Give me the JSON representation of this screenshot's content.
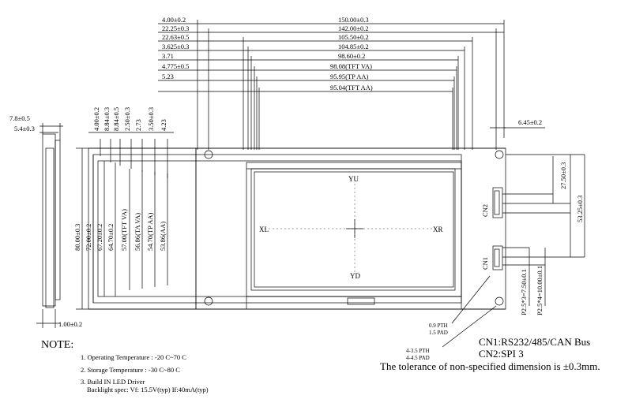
{
  "top_dims": [
    {
      "left": "4.00±0.2",
      "center": "150.00±0.3"
    },
    {
      "left": "22.25±0.3",
      "center": "142.00±0.2"
    },
    {
      "left": "22.63±0.5",
      "center": "105.50±0.2"
    },
    {
      "left": "3.625±0.3",
      "center": "104.85±0.2"
    },
    {
      "left": "3.71",
      "center": "98.60±0.2"
    },
    {
      "left": "4.775±0.5",
      "center": "98.08(TFT VA)"
    },
    {
      "left": "5.23",
      "center": "95.95(TP AA)"
    },
    {
      "left": "",
      "center": "95.04(TFT AA)"
    }
  ],
  "vertical_top_dims": [
    "4.00±0.2",
    "8.84±0.3",
    "8.84±0.5",
    "2.50±0.3",
    "2.73",
    "3.50±0.3",
    "4.23"
  ],
  "vertical_main_dims": [
    "80.00±0.3",
    "72.00±0.2",
    "67.20±0.2",
    "64.70±0.2",
    "57.00(TFT VA)",
    "56.86(TA VA)",
    "54.70(TP AA)",
    "53.86(AA)"
  ],
  "side_view": {
    "top1": "7.8±0.5",
    "top2": "5.4±0.3",
    "bottom": "1.00±0.2"
  },
  "center_labels": {
    "yu": "YU",
    "yd": "YD",
    "xl": "XL",
    "xr": "XR"
  },
  "right_dims": {
    "top": "6.45±0.2",
    "v1": "27.50±0.3",
    "v2": "53.25±0.3",
    "p1": "P2.5*3=7.50±0.1",
    "p2": "P2.5*4=10.00±0.1"
  },
  "connectors": {
    "cn2": "CN2",
    "cn1": "CN1"
  },
  "pads": {
    "pth1": "0.9 PTH",
    "pad1": "1.5 PAD",
    "pth2": "4-3.5 PTH",
    "pad2": "4-4.5 PAD"
  },
  "note": {
    "title": "NOTE:",
    "items": [
      "1. Operating Temperature : -20 C~70 C",
      "2. Storage Temperature      : -30 C~80 C",
      "3. Build IN LED Driver",
      "Backlight spec: Vf: 15.5V(typ)   If:40mA(typ)"
    ]
  },
  "cn_text": {
    "cn1": "CN1:RS232/485/CAN Bus",
    "cn2": "CN2:SPI 3"
  },
  "tolerance": "The tolerance of non-specified dimension is ±0.3mm."
}
